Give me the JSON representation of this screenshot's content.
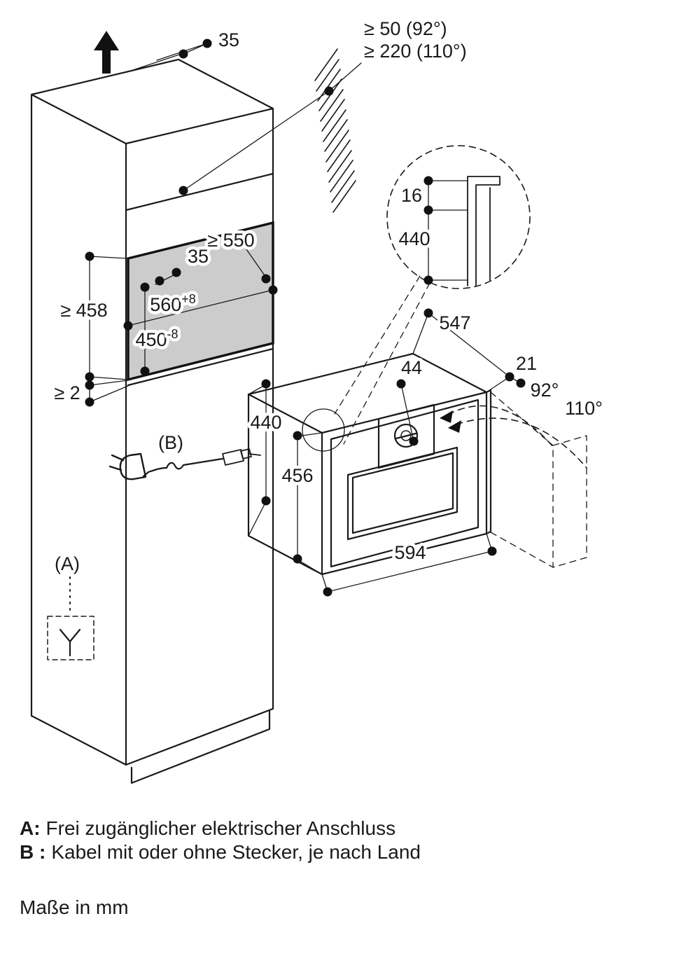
{
  "diagram": {
    "dims": {
      "top_offset": "35",
      "wall_clearance_92": "≥ 50 (92°)",
      "wall_clearance_110": "≥ 220 (110°)",
      "detail_gap": "16",
      "detail_height": "440",
      "niche_depth": "≥ 550",
      "niche_offset": "35",
      "niche_width_main": "560",
      "niche_width_sup": "+8",
      "niche_height_main": "450",
      "niche_height_sup": "-8",
      "niche_min_height": "≥ 458",
      "bottom_gap": "≥ 2",
      "appliance_height_back": "440",
      "appliance_height_front": "456",
      "appliance_width": "594",
      "appliance_depth": "547",
      "control_height": "44",
      "door_gap": "21",
      "door_angle_1": "92°",
      "door_angle_2": "110°"
    },
    "callouts": {
      "a": "(A)",
      "b": "(B)"
    },
    "legend": {
      "a_prefix": "A:",
      "a_text": "Frei zugänglicher elektrischer Anschluss",
      "b_prefix": "B :",
      "b_text": "Kabel mit oder ohne Stecker, je nach Land",
      "units": "Maße in mm"
    },
    "colors": {
      "line": "#1a1a1a",
      "niche_fill": "#cccccc"
    }
  }
}
